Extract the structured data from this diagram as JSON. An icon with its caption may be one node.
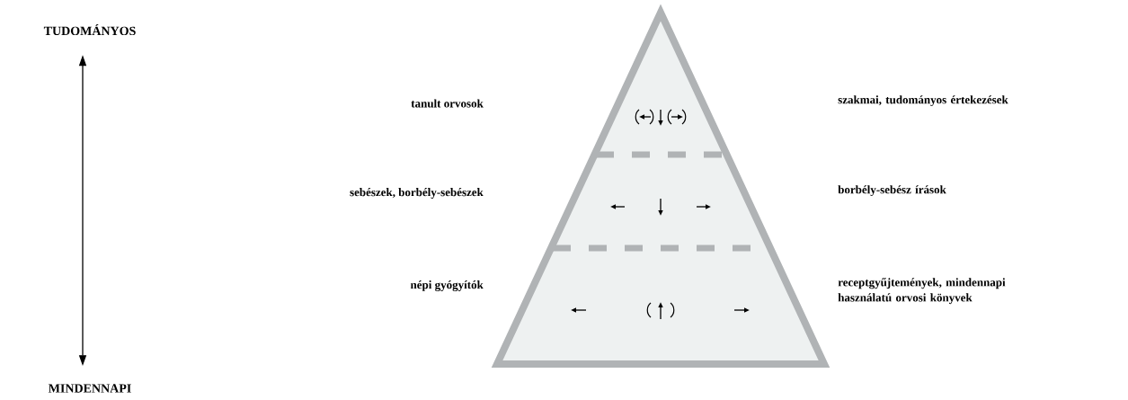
{
  "diagram": {
    "nodes": [
      {
        "text": [
          "TUDOMÁNYOS"
        ]
      },
      {
        "text": [
          "MINDENNAPI"
        ]
      }
    ],
    "edges": [
      {
        "from": 0,
        "to": 1,
        "arrow": "both"
      }
    ],
    "labels": [
      "tanult orvosok",
      "szakmai, tudományos értekezések",
      "sebészek, borbély-sebészek",
      "borbély-sebész írások",
      "népi gyógyítók",
      "receptgyűjtemények, mindennapi használatú orvosi könyvek"
    ]
  }
}
